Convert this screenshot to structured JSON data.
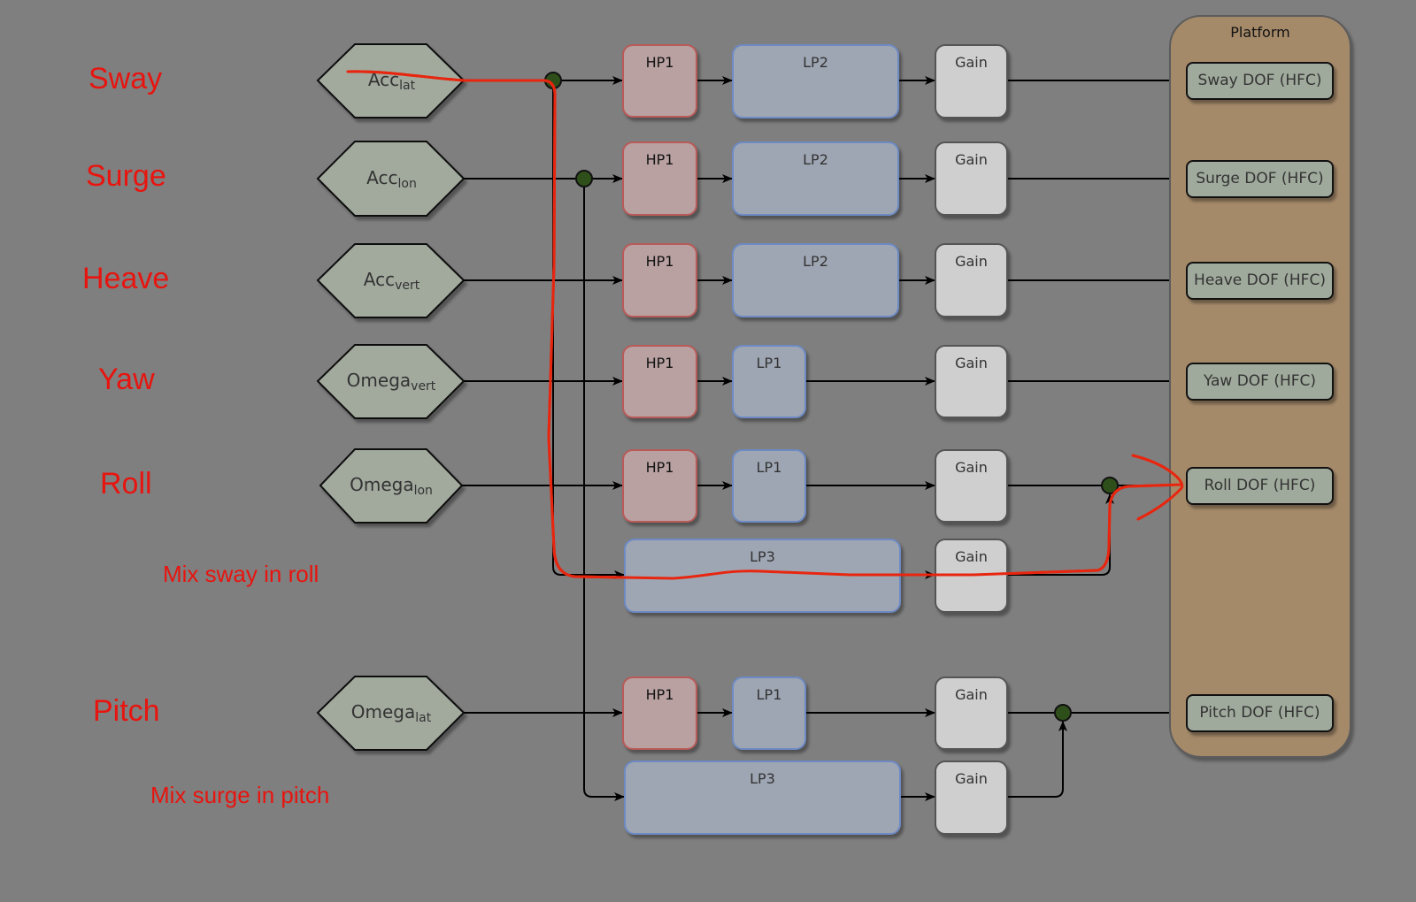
{
  "colors": {
    "background": "#7f7f7f",
    "annotation_red": "#e8140f",
    "hp_fill": "#b9a1a2",
    "lp_fill": "#9ea6b3",
    "gain_fill": "#cfcfcf",
    "input_fill": "#a2aa9e",
    "platform_fill": "#a58a6a",
    "junction_fill": "#2f4f1a"
  },
  "dof_labels": {
    "sway": "Sway",
    "surge": "Surge",
    "heave": "Heave",
    "yaw": "Yaw",
    "roll": "Roll",
    "pitch": "Pitch"
  },
  "mix_labels": {
    "sway_in_roll": "Mix sway in roll",
    "surge_in_pitch": "Mix surge in pitch"
  },
  "inputs": [
    {
      "base": "Acc",
      "sub": "lat"
    },
    {
      "base": "Acc",
      "sub": "lon"
    },
    {
      "base": "Acc",
      "sub": "vert"
    },
    {
      "base": "Omega",
      "sub": "vert"
    },
    {
      "base": "Omega",
      "sub": "lon"
    },
    {
      "base": "Omega",
      "sub": "lat"
    }
  ],
  "blocks": {
    "hp": "HP1",
    "lp1": "LP1",
    "lp2": "LP2",
    "lp3": "LP3",
    "gain": "Gain"
  },
  "platform": {
    "title": "Platform",
    "outputs": [
      "Sway DOF (HFC)",
      "Surge DOF (HFC)",
      "Heave DOF (HFC)",
      "Yaw DOF (HFC)",
      "Roll DOF (HFC)",
      "Pitch DOF (HFC)"
    ]
  }
}
